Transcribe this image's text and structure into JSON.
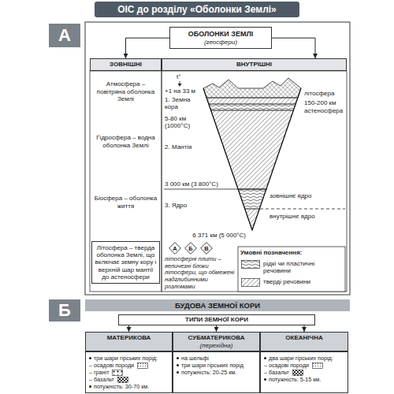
{
  "diagram": {
    "title": "ОІС до розділу «Оболонки Землі»",
    "nodes": [
      {
        "text": [
          "А"
        ]
      },
      {
        "text": [
          "ОБОЛОНКИ ЗЕМЛІ",
          "(геосфери)"
        ]
      },
      {
        "text": [
          "ЗОВНІШНІ"
        ]
      },
      {
        "text": [
          "ВНУТРІШНІ"
        ]
      },
      {
        "text": [
          "Атмосфера – повітряна оболонка Землі"
        ]
      },
      {
        "text": [
          "Гідросфера – водна оболонка Землі"
        ]
      },
      {
        "text": [
          "Біосфера – оболонка життя"
        ]
      },
      {
        "text": [
          "Літосфера – тверда оболонка Землі, що включає земну кору і верхній шар мантії до астеносфери"
        ]
      },
      {
        "text": [
          "А"
        ]
      },
      {
        "text": [
          "Б"
        ]
      },
      {
        "text": [
          "В"
        ]
      },
      {
        "text": [
          "Б"
        ]
      },
      {
        "text": [
          "БУДОВА ЗЕМНОЇ КОРИ"
        ]
      },
      {
        "text": [
          "ТИПИ ЗЕМНОЇ КОРИ"
        ]
      },
      {
        "text": [
          "МАТЕРИКОВА"
        ]
      },
      {
        "text": [
          "СУБМАТЕРИКОВА",
          "(перехідна)"
        ]
      },
      {
        "text": [
          "ОКЕАНІЧНА"
        ]
      },
      {
        "text": [
          "три шари гірських порід:",
          "– осадові породи",
          "– граніт",
          "– базальт",
          "потужність: 30-70 км."
        ]
      },
      {
        "text": [
          "на шельфі",
          "три шари гірських порід",
          "потужність: 20-25 км."
        ]
      },
      {
        "text": [
          "два шари гірських порід:",
          "– осадові породи",
          "– базальт",
          "потужність: 5-15 км."
        ]
      }
    ],
    "edges": [
      {
        "from": 1,
        "to": 2,
        "arrow": "to"
      },
      {
        "from": 1,
        "to": 3,
        "arrow": "to"
      },
      {
        "from": 13,
        "to": 14,
        "arrow": "to"
      },
      {
        "from": 13,
        "to": 15,
        "arrow": "to"
      },
      {
        "from": 13,
        "to": 16,
        "arrow": "to"
      }
    ],
    "labels": [
      "t°",
      "+1 на 33 м",
      "1. Земна кора",
      "5-80 км (1000°С)",
      "літосфера",
      "150-200 км",
      "астеносфера",
      "2. Мантія",
      "3 000 км (3 800°С)",
      "зовнішнє ядро",
      "3. Ядро",
      "внутрішнє ядро",
      "6 371 км (5 000°С)",
      "літосферні плити – величезні блоки літосфери, що обмежені надглибинними розломами",
      "Умовні позначення:"
    ],
    "legend": [
      {
        "text": "рідкі чи пластичні речовини"
      },
      {
        "text": "тверді речовини"
      }
    ]
  }
}
